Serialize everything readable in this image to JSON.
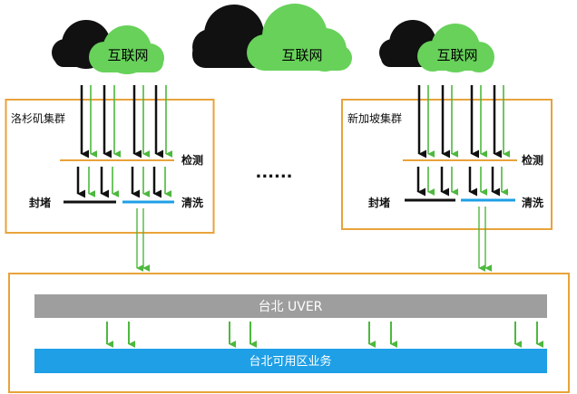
{
  "clouds": {
    "left_label": "互联网",
    "center_label": "互联网",
    "right_label": "互联网"
  },
  "clusters": {
    "left": {
      "title": "洛杉矶集群",
      "detect_label": "检测",
      "block_label": "封堵",
      "clean_label": "清洗"
    },
    "right": {
      "title": "新加坡集群",
      "detect_label": "检测",
      "block_label": "封堵",
      "clean_label": "清洗"
    }
  },
  "ellipsis": "......",
  "bottom": {
    "uver_label": "台北 UVER",
    "az_label": "台北可用区业务"
  },
  "colors": {
    "orange": "#E8A33A",
    "cloud_green": "#67D15A",
    "arrow_green": "#5CC24C",
    "arrow_black": "#111111",
    "grey_bar": "#9E9E9E",
    "blue_bar": "#1E9FE6"
  }
}
